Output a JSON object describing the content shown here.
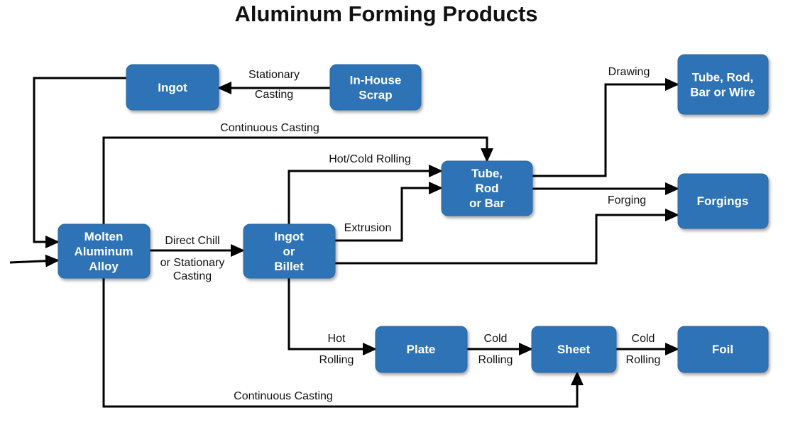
{
  "title": "Aluminum Forming Products",
  "nodes": {
    "ingot": [
      "Ingot"
    ],
    "scrap": [
      "In-House",
      "Scrap"
    ],
    "molten": [
      "Molten",
      "Aluminum",
      "Alloy"
    ],
    "billet": [
      "Ingot",
      "or",
      "Billet"
    ],
    "tube_mid": [
      "Tube,",
      "Rod",
      "or Bar"
    ],
    "tube_top": [
      "Tube, Rod,",
      "Bar or Wire"
    ],
    "forgings": [
      "Forgings"
    ],
    "plate": [
      "Plate"
    ],
    "sheet": [
      "Sheet"
    ],
    "foil": [
      "Foil"
    ]
  },
  "edge_labels": {
    "stationary_casting": [
      "Stationary",
      "Casting"
    ],
    "continuous_casting_top": [
      "Continuous Casting"
    ],
    "hot_cold_rolling": [
      "Hot/Cold Rolling"
    ],
    "extrusion": [
      "Extrusion"
    ],
    "direct_chill": [
      "Direct Chill",
      "or Stationary",
      "Casting"
    ],
    "drawing": [
      "Drawing"
    ],
    "forging": [
      "Forging"
    ],
    "hot_rolling": [
      "Hot",
      "Rolling"
    ],
    "cold_rolling_1": [
      "Cold",
      "Rolling"
    ],
    "cold_rolling_2": [
      "Cold",
      "Rolling"
    ],
    "continuous_casting_bottom": [
      "Continuous Casting"
    ]
  }
}
